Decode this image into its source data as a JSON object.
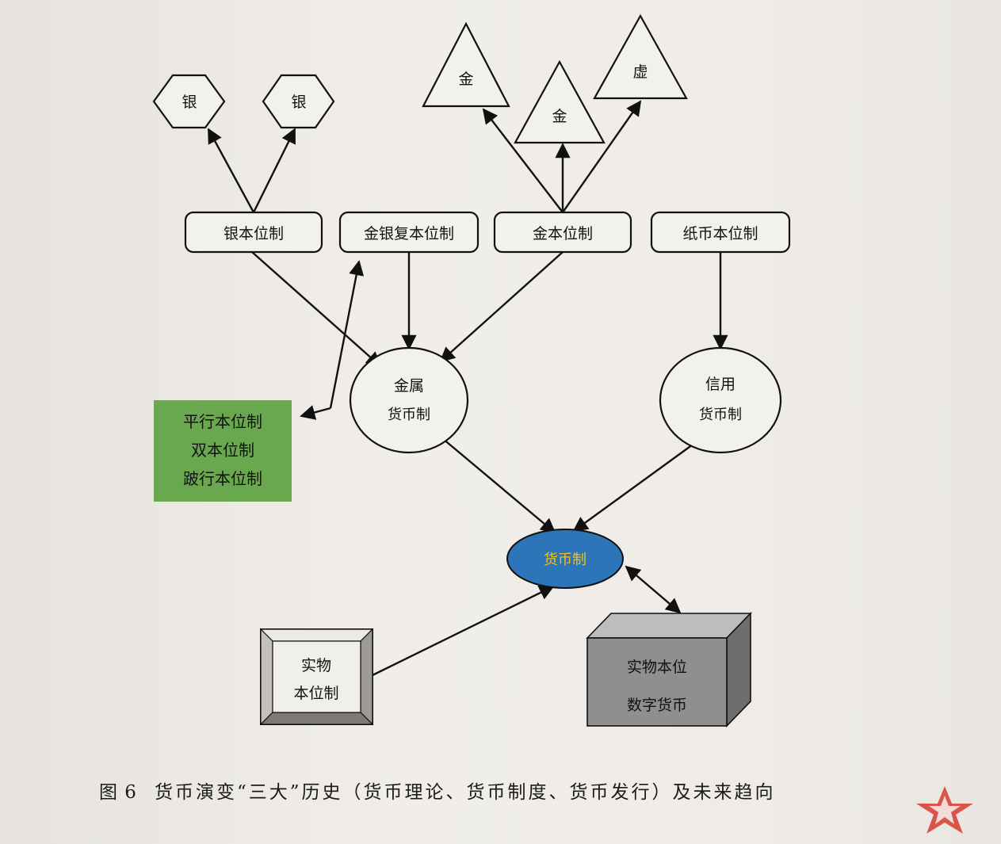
{
  "nodes": {
    "silver_hex_1": "银",
    "silver_hex_2": "银",
    "gold_tri_1": "金",
    "gold_tri_2": "金",
    "virtual_tri": "虚",
    "silver_standard": "银本位制",
    "gold_silver_bimetallic": "金银复本位制",
    "gold_standard": "金本位制",
    "paper_standard": "纸币本位制",
    "metal_money_line1": "金属",
    "metal_money_line2": "货币制",
    "credit_money_line1": "信用",
    "credit_money_line2": "货币制",
    "parallel_line1": "平行本位制",
    "parallel_line2": "双本位制",
    "parallel_line3": "跛行本位制",
    "monetary_system": "货币制",
    "commodity_standard_line1": "实物",
    "commodity_standard_line2": "本位制",
    "digital_line1": "实物本位",
    "digital_line2": "数字货币"
  },
  "caption": {
    "figure_no": "图 6",
    "text": "货币演变“三大”历史（货币理论、货币制度、货币发行）及未来趋向"
  },
  "colors": {
    "green_box": "#6aa84f",
    "blue_ellipse": "#2b75b8",
    "blue_ellipse_text": "#f3c11d",
    "gray_box": "#8f8f8f"
  }
}
